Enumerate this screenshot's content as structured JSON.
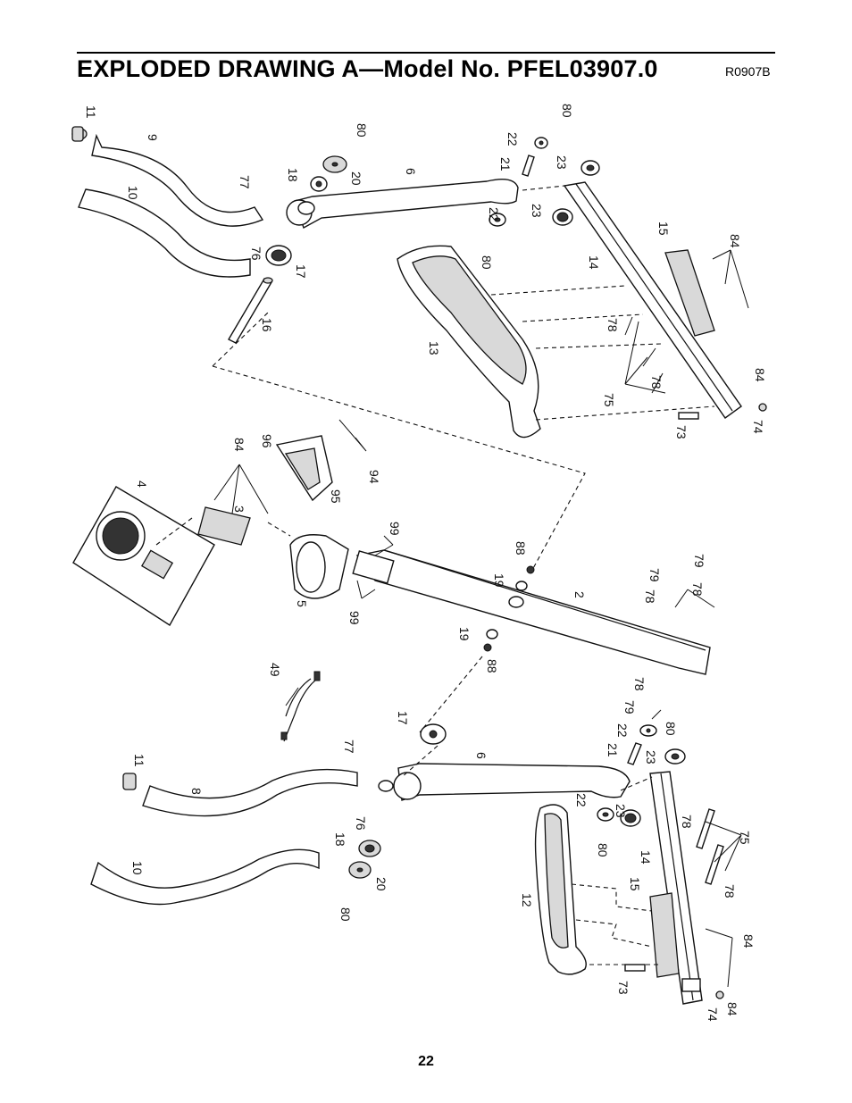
{
  "header": {
    "title": "EXPLODED DRAWING A—Model No. PFEL03907.0",
    "code": "R0907B"
  },
  "footer": {
    "page_number": "22"
  },
  "callouts": {
    "c11a": "11",
    "c9": "9",
    "c10a": "10",
    "c77a": "77",
    "c76a": "76",
    "c17a": "17",
    "c16": "16",
    "c18a": "18",
    "c20a": "20",
    "c80a": "80",
    "c6a": "6",
    "c22a": "22",
    "c21a": "21",
    "c80b": "80",
    "c22b": "22",
    "c80c": "80",
    "c23a": "23",
    "c23b": "23",
    "c15a": "15",
    "c84a": "84",
    "c14a": "14",
    "c13": "13",
    "c78a": "78",
    "c75a": "75",
    "c78b": "78",
    "c84b": "84",
    "c73a": "73",
    "c74a": "74",
    "c4": "4",
    "c84c": "84",
    "c96": "96",
    "c94": "94",
    "c95": "95",
    "c3": "3",
    "c5": "5",
    "c99a": "99",
    "c99b": "99",
    "c88a": "88",
    "c19a": "19",
    "c2": "2",
    "c78c": "78",
    "c79a": "79",
    "c78d": "78",
    "c79b": "79",
    "c19b": "19",
    "c88b": "88",
    "c49": "49",
    "c11b": "11",
    "c8": "8",
    "c77b": "77",
    "c17b": "17",
    "c6b": "6",
    "c76b": "76",
    "c18b": "18",
    "c10b": "10",
    "c20b": "20",
    "c80d": "80",
    "c78e": "78",
    "c79c": "79",
    "c22c": "22",
    "c80e": "80",
    "c21b": "21",
    "c23c": "23",
    "c22d": "22",
    "c23d": "23",
    "c80f": "80",
    "c78f": "78",
    "c75b": "75",
    "c14b": "14",
    "c15b": "15",
    "c78g": "78",
    "c12": "12",
    "c84d": "84",
    "c73b": "73",
    "c74b": "74",
    "c84e": "84"
  }
}
